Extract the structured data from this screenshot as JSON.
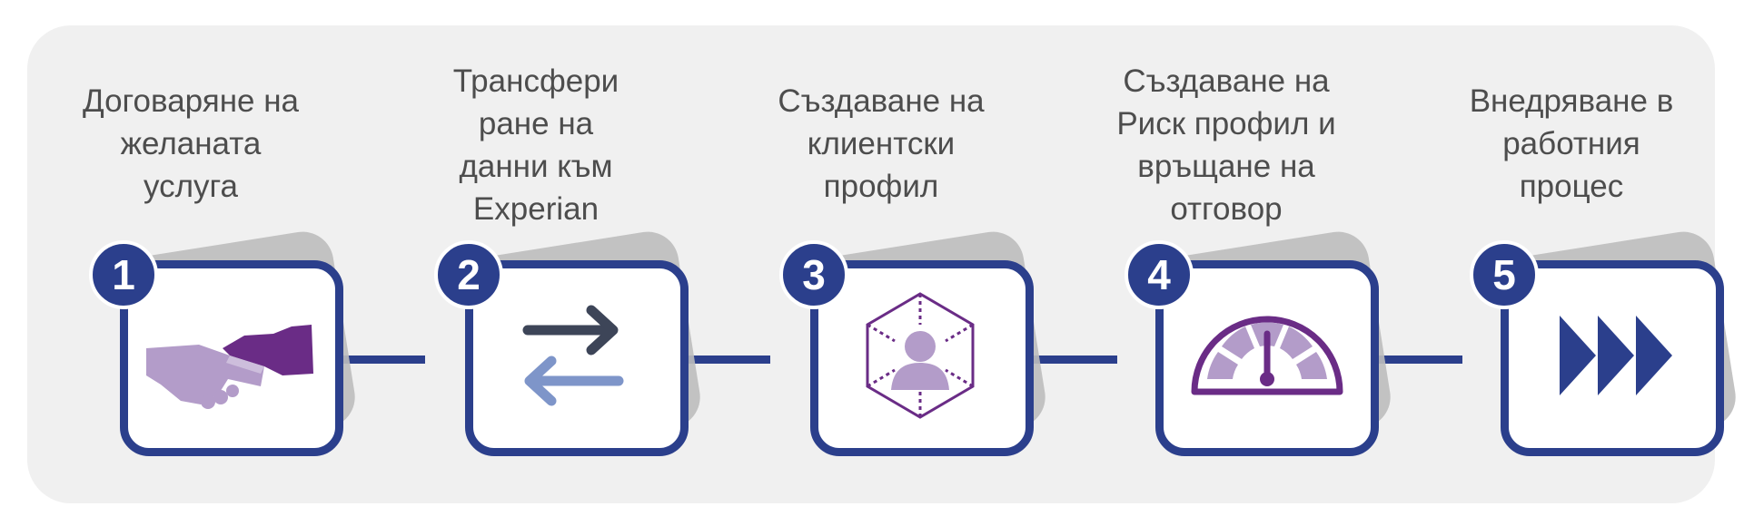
{
  "steps": [
    {
      "number": "1",
      "label": "Договаряне на\nжеланата\nуслуга",
      "icon": "handshake-icon"
    },
    {
      "number": "2",
      "label": "Трансфери\nране на\nданни към\nExperian",
      "icon": "transfer-arrows-icon"
    },
    {
      "number": "3",
      "label": "Създаване на\nклиентски\nпрофил",
      "icon": "profile-cube-icon"
    },
    {
      "number": "4",
      "label": "Създаване на\nРиск профил и\nвръщане на\nотговор",
      "icon": "gauge-icon"
    },
    {
      "number": "5",
      "label": "Внедряване в\nработния\nпроцес",
      "icon": "fast-forward-icon"
    }
  ],
  "colors": {
    "navy": "#2b3f8c",
    "purple": "#6a2c86",
    "lilac": "#b39cc9",
    "slate": "#3d4558",
    "light_blue": "#7e95c9",
    "text": "#4d4d4d"
  }
}
